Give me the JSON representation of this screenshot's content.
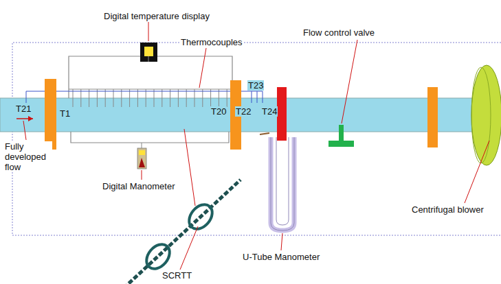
{
  "diagram": {
    "labels": [
      "Digital temperature display",
      "Thermocouples",
      "T23",
      "T21",
      "T1",
      "T20",
      "T22",
      "T24",
      "Flow control valve",
      "Fully developed flow",
      "Digital Manometer",
      "U-Tube Manometer",
      "Centrifugal blower",
      "SCRTT"
    ]
  }
}
